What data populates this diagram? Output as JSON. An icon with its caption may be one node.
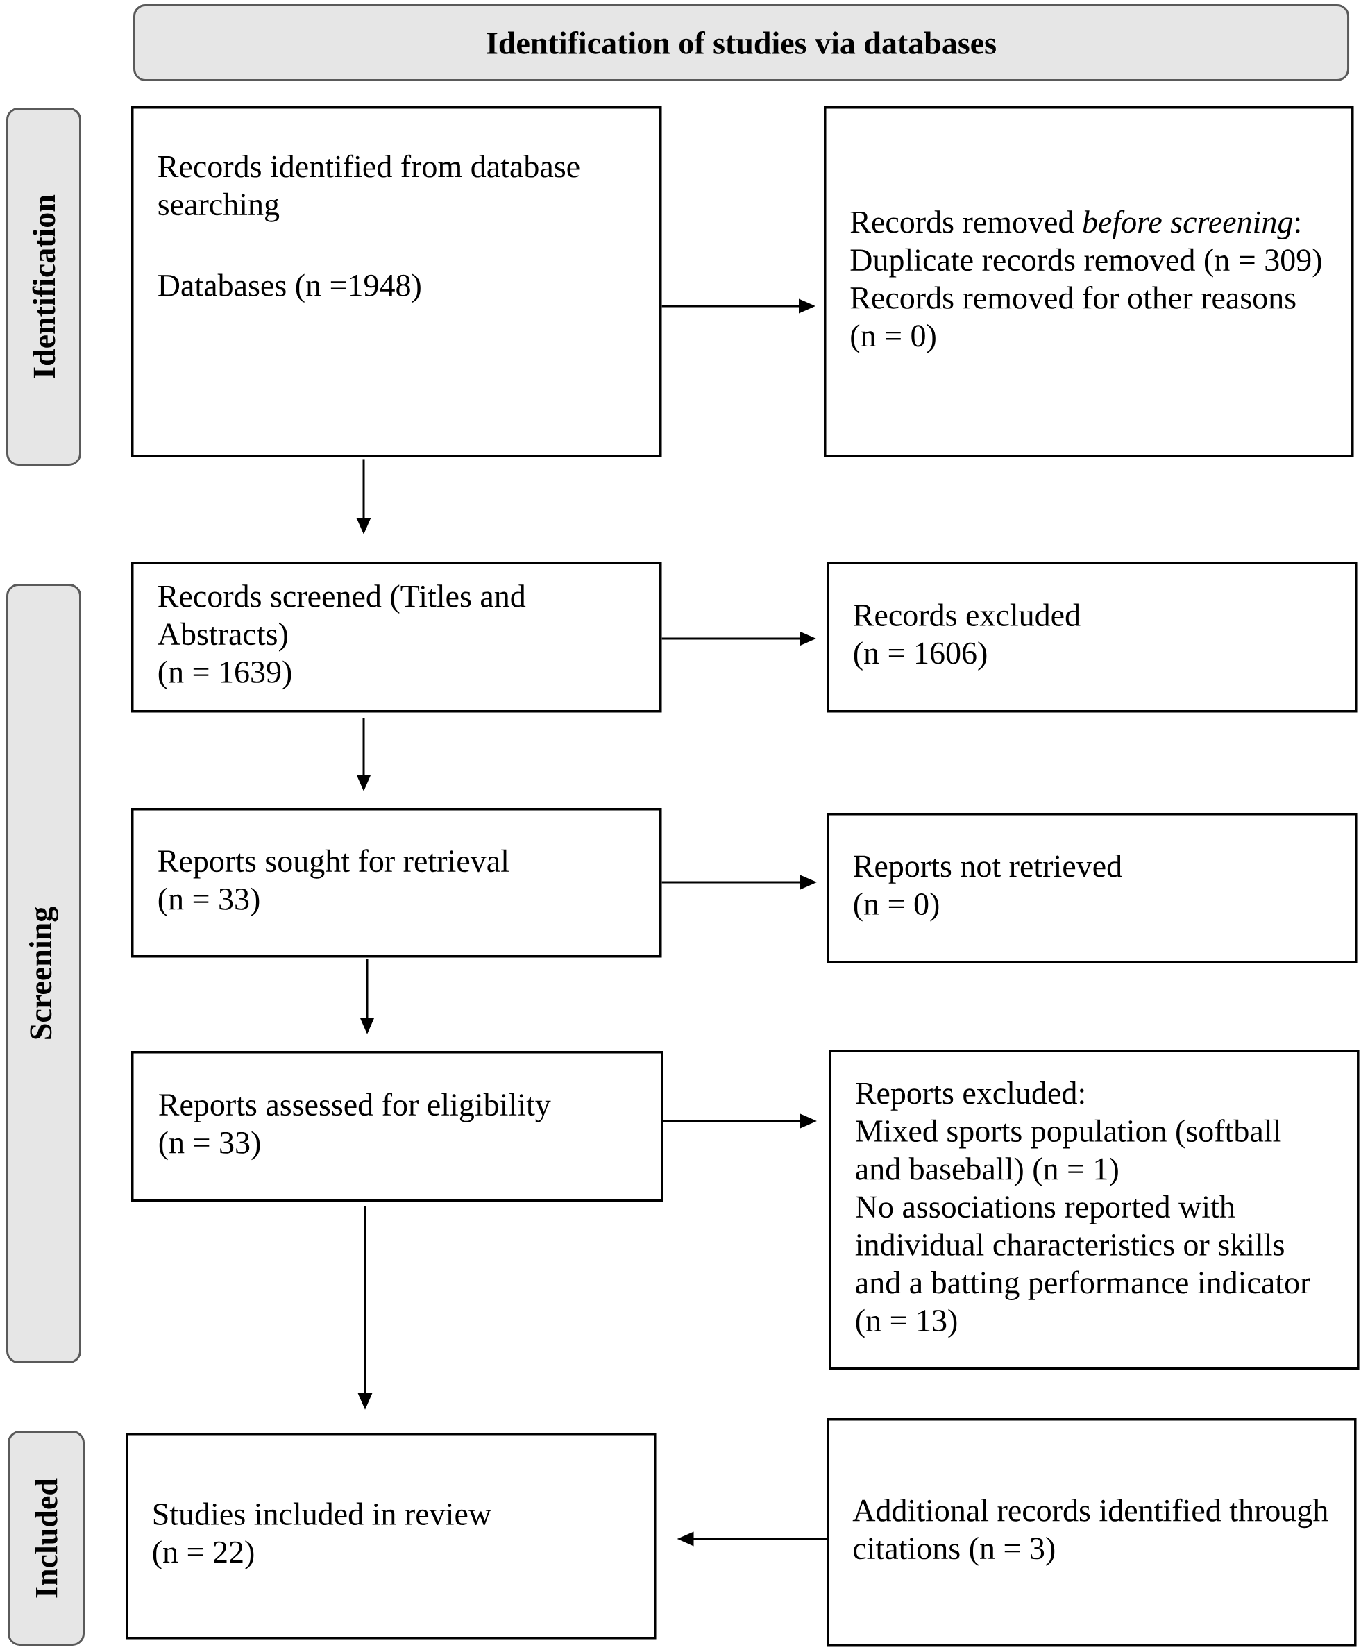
{
  "diagram": {
    "nodes": [
      {
        "text": [
          "Identification of studies via databases"
        ]
      },
      {
        "text": [
          "Identification"
        ]
      },
      {
        "text": [
          "Records identified from database searching",
          "Databases (n =1948)"
        ]
      },
      {
        "text": [
          "Records removed *before screening*:",
          "Duplicate records removed (n = 309)",
          "Records removed for other reasons (n = 0)"
        ]
      },
      {
        "text": [
          "Screening"
        ]
      },
      {
        "text": [
          "Records screened (Titles and Abstracts)",
          "(n = 1639)"
        ]
      },
      {
        "text": [
          "Records excluded",
          "(n = 1606)"
        ]
      },
      {
        "text": [
          "Reports sought for retrieval",
          "(n = 33)"
        ]
      },
      {
        "text": [
          "Reports not retrieved",
          "(n = 0)"
        ]
      },
      {
        "text": [
          "Reports assessed for eligibility",
          "(n = 33)"
        ]
      },
      {
        "text": [
          "Reports excluded:",
          "Mixed sports population (softball and baseball) (n = 1)",
          "No associations reported with individual characteristics or skills and a batting performance indicator (n = 13)"
        ]
      },
      {
        "text": [
          "Included"
        ]
      },
      {
        "text": [
          "Studies included in review",
          "(n = 22)"
        ]
      },
      {
        "text": [
          "Additional records identified through citations (n = 3)"
        ]
      }
    ],
    "edges": [
      {
        "from": 2,
        "to": 3,
        "arrow": "to"
      },
      {
        "from": 2,
        "to": 5,
        "arrow": "to"
      },
      {
        "from": 5,
        "to": 6,
        "arrow": "to"
      },
      {
        "from": 5,
        "to": 7,
        "arrow": "to"
      },
      {
        "from": 7,
        "to": 8,
        "arrow": "to"
      },
      {
        "from": 7,
        "to": 9,
        "arrow": "to"
      },
      {
        "from": 9,
        "to": 10,
        "arrow": "to"
      },
      {
        "from": 9,
        "to": 12,
        "arrow": "to"
      },
      {
        "from": 13,
        "to": 12,
        "arrow": "to"
      }
    ]
  }
}
